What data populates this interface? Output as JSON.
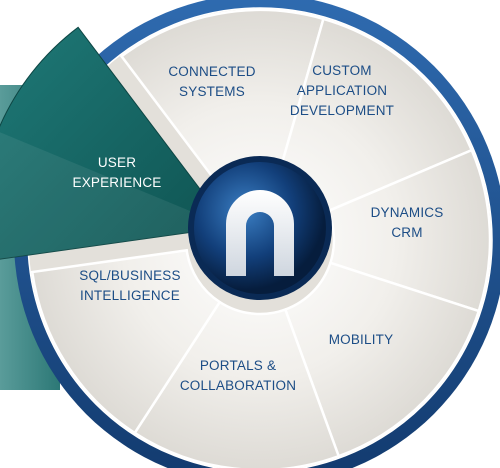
{
  "diagram": {
    "segments": [
      {
        "id": "connected-systems",
        "lines": [
          "CONNECTED",
          "SYSTEMS"
        ]
      },
      {
        "id": "custom-application-development",
        "lines": [
          "CUSTOM",
          "APPLICATION",
          "DEVELOPMENT"
        ]
      },
      {
        "id": "dynamics-crm",
        "lines": [
          "DYNAMICS",
          "CRM"
        ]
      },
      {
        "id": "mobility",
        "lines": [
          "MOBILITY"
        ]
      },
      {
        "id": "portals-collaboration",
        "lines": [
          "PORTALS &",
          "COLLABORATION"
        ]
      },
      {
        "id": "sql-business-intelligence",
        "lines": [
          "SQL/BUSINESS",
          "INTELLIGENCE"
        ]
      },
      {
        "id": "user-experience",
        "lines": [
          "USER",
          "EXPERIENCE"
        ],
        "highlighted": true
      }
    ],
    "hub_logo": "n-logo",
    "colors": {
      "rim": "#1b4f8f",
      "label": "#1c4d86",
      "highlight": "#1b6a6a",
      "highlight_text": "#ffffff",
      "segment_fill": "#eceae6",
      "hub": "#0d3d78"
    }
  }
}
